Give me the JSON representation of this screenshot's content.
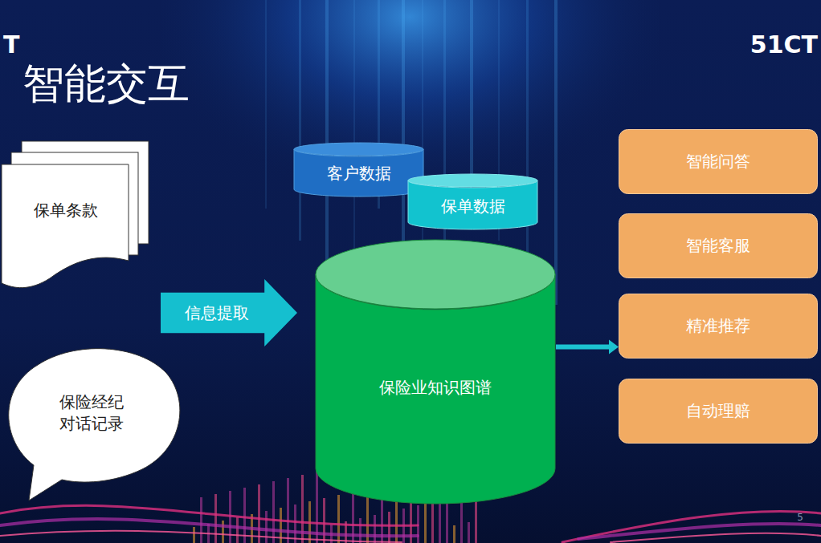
{
  "diagram": {
    "title": "智能交互",
    "nodes": [
      {
        "text": [
          "保单条款"
        ]
      },
      {
        "text": [
          "保险经纪 对话记录"
        ]
      },
      {
        "text": [
          "信息提取"
        ]
      },
      {
        "text": [
          "客户数据"
        ]
      },
      {
        "text": [
          "保单数据"
        ]
      },
      {
        "text": [
          "保险业知识图谱"
        ]
      },
      {
        "text": [
          "智能问答"
        ]
      },
      {
        "text": [
          "智能客服"
        ]
      },
      {
        "text": [
          "精准推荐"
        ]
      },
      {
        "text": [
          "自动理赔"
        ]
      }
    ],
    "edges": [
      {
        "from": 5,
        "to": 8,
        "arrow": "to"
      }
    ],
    "labels": [
      "T",
      "51CT",
      "5"
    ]
  }
}
